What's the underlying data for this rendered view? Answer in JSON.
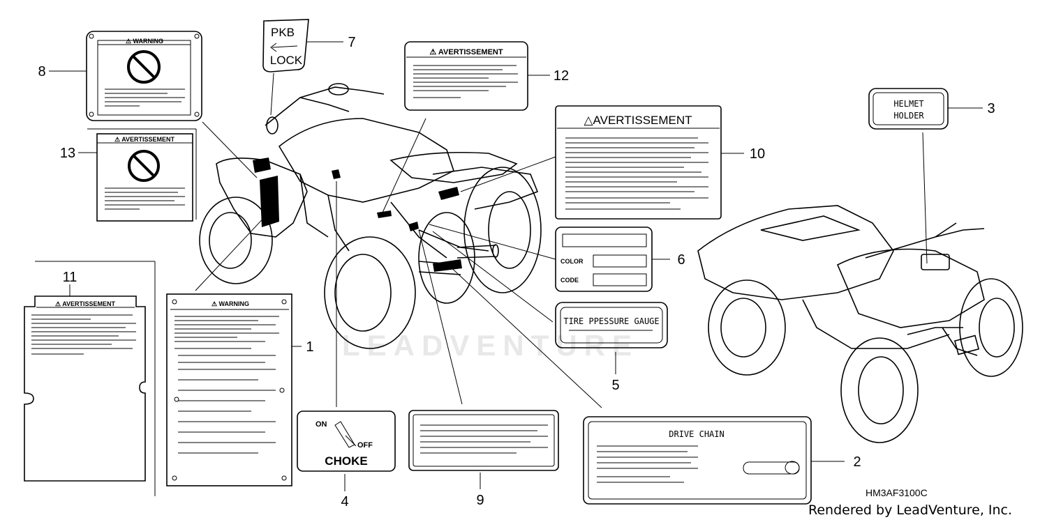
{
  "watermark": "LEADVENTURE",
  "callouts": {
    "c1": "1",
    "c2": "2",
    "c3": "3",
    "c4": "4",
    "c5": "5",
    "c6": "6",
    "c7": "7",
    "c8": "8",
    "c9": "9",
    "c10": "10",
    "c11": "11",
    "c12": "12",
    "c13": "13"
  },
  "labels": {
    "warning_8": "⚠ WARNING",
    "pkb_top": "PKB",
    "pkb_bottom": "LOCK",
    "avert_12": "⚠ AVERTISSEMENT",
    "avert_10": "△AVERTISSEMENT",
    "helmet_line1": "HELMET",
    "helmet_line2": "HOLDER",
    "avert_13": "⚠ AVERTISSEMENT",
    "color_label": "COLOR",
    "code_label": "CODE",
    "avert_11": "⚠ AVERTISSEMENT",
    "warning_1": "⚠ WARNING",
    "tire_pressure": "TIRE PPESSURE GAUGE",
    "choke_on": "ON",
    "choke_off": "OFF",
    "choke_label": "CHOKE",
    "drive_chain": "DRIVE CHAIN"
  },
  "footer": {
    "part_code": "HM3AF3100C",
    "rendered_by": "Rendered by LeadVenture, Inc."
  },
  "icons": [
    "prohibition-icon",
    "warning-triangle-icon",
    "choke-lever-icon",
    "arrow-left-icon"
  ]
}
